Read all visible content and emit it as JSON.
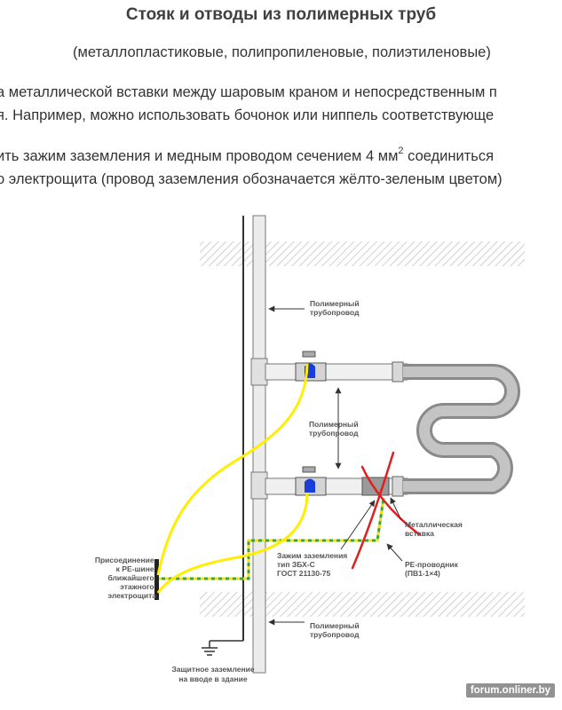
{
  "header": {
    "title": "Стояк и отводы из полимерных труб",
    "subtitle": "(металлопластиковые, полипропиленовые, полиэтиленовые)"
  },
  "text": {
    "line1": "а металлической вставки между шаровым краном и непосредственным п",
    "line2": "я. Например, можно использовать бочонок или ниппель соответствующе",
    "line3_before": "ить зажим заземления и медным проводом сечением 4 мм",
    "line3_sup": "2",
    "line3_after": " соединиться",
    "line4": "о электрощита (провод заземления обозначается жёлто-зеленым цветом)"
  },
  "diagram": {
    "labels": {
      "polymer_pipe_top_1": "Полимерный",
      "polymer_pipe_top_2": "трубопровод",
      "polymer_pipe_mid_1": "Полимерный",
      "polymer_pipe_mid_2": "трубопровод",
      "polymer_pipe_bot_1": "Полимерный",
      "polymer_pipe_bot_2": "трубопровод",
      "pe_connection_1": "Присоединение",
      "pe_connection_2": "к РЕ-шине",
      "pe_connection_3": "ближайшего",
      "pe_connection_4": "этажного",
      "pe_connection_5": "электрощита",
      "clamp_1": "Зажим заземления",
      "clamp_2": "тип ЗБХ-С",
      "clamp_3": "ГОСТ 21130-75",
      "metal_insert_1": "Металлическая",
      "metal_insert_2": "вставка",
      "pe_conductor_1": "РЕ-проводник",
      "pe_conductor_2": "(ПВ1-1×4)",
      "protective_earth_1": "Защитное заземление",
      "protective_earth_2": "на вводе в здание"
    },
    "colors": {
      "annotation_wire": "#ffee00",
      "annotation_cross": "#e02020",
      "valve_handle_fill": "#1a3fd6",
      "pe_wire_green": "#3aa63a",
      "pe_wire_yellow": "#f2e21a"
    }
  },
  "watermark": "forum.onliner.by"
}
